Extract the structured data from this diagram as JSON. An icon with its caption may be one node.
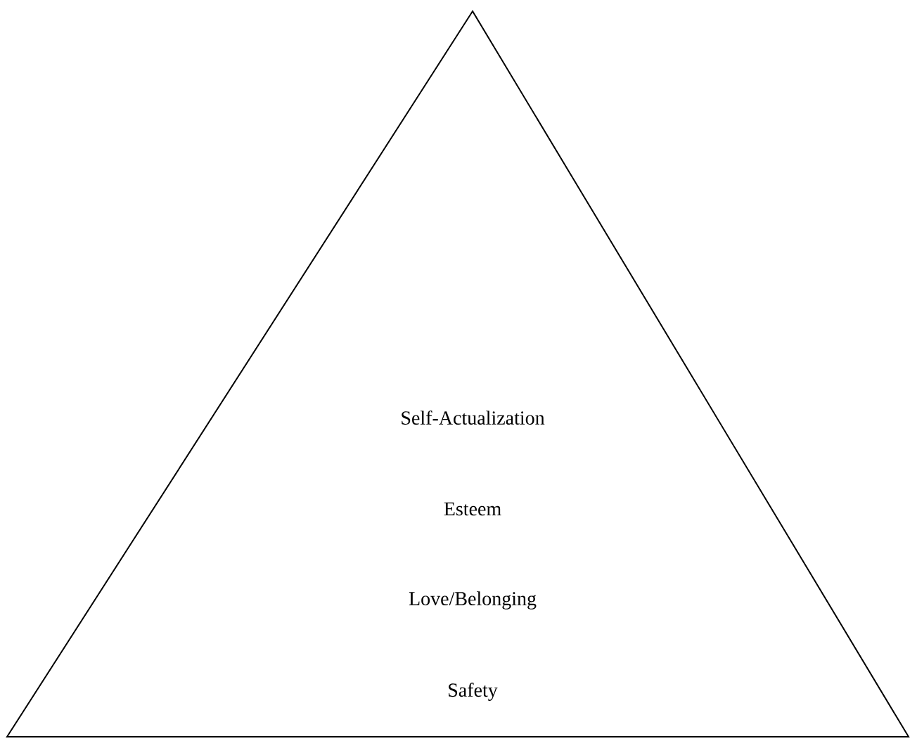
{
  "diagram": {
    "nodes": [
      {
        "text": [
          "Self-Actualization",
          "Esteem",
          "Love/Belonging",
          "Safety"
        ]
      }
    ]
  }
}
